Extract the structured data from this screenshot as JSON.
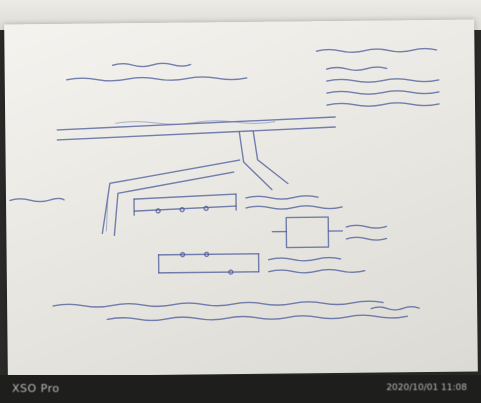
{
  "photo": {
    "subject": "handwritten-site-diagram-on-paper",
    "watermark_device": "XSO Pro",
    "watermark_timestamp": "2020/10/01 11:08"
  },
  "colors": {
    "paper": "#f0efeb",
    "ink": "#4a5a9a",
    "frame": "#1e1e1c"
  }
}
